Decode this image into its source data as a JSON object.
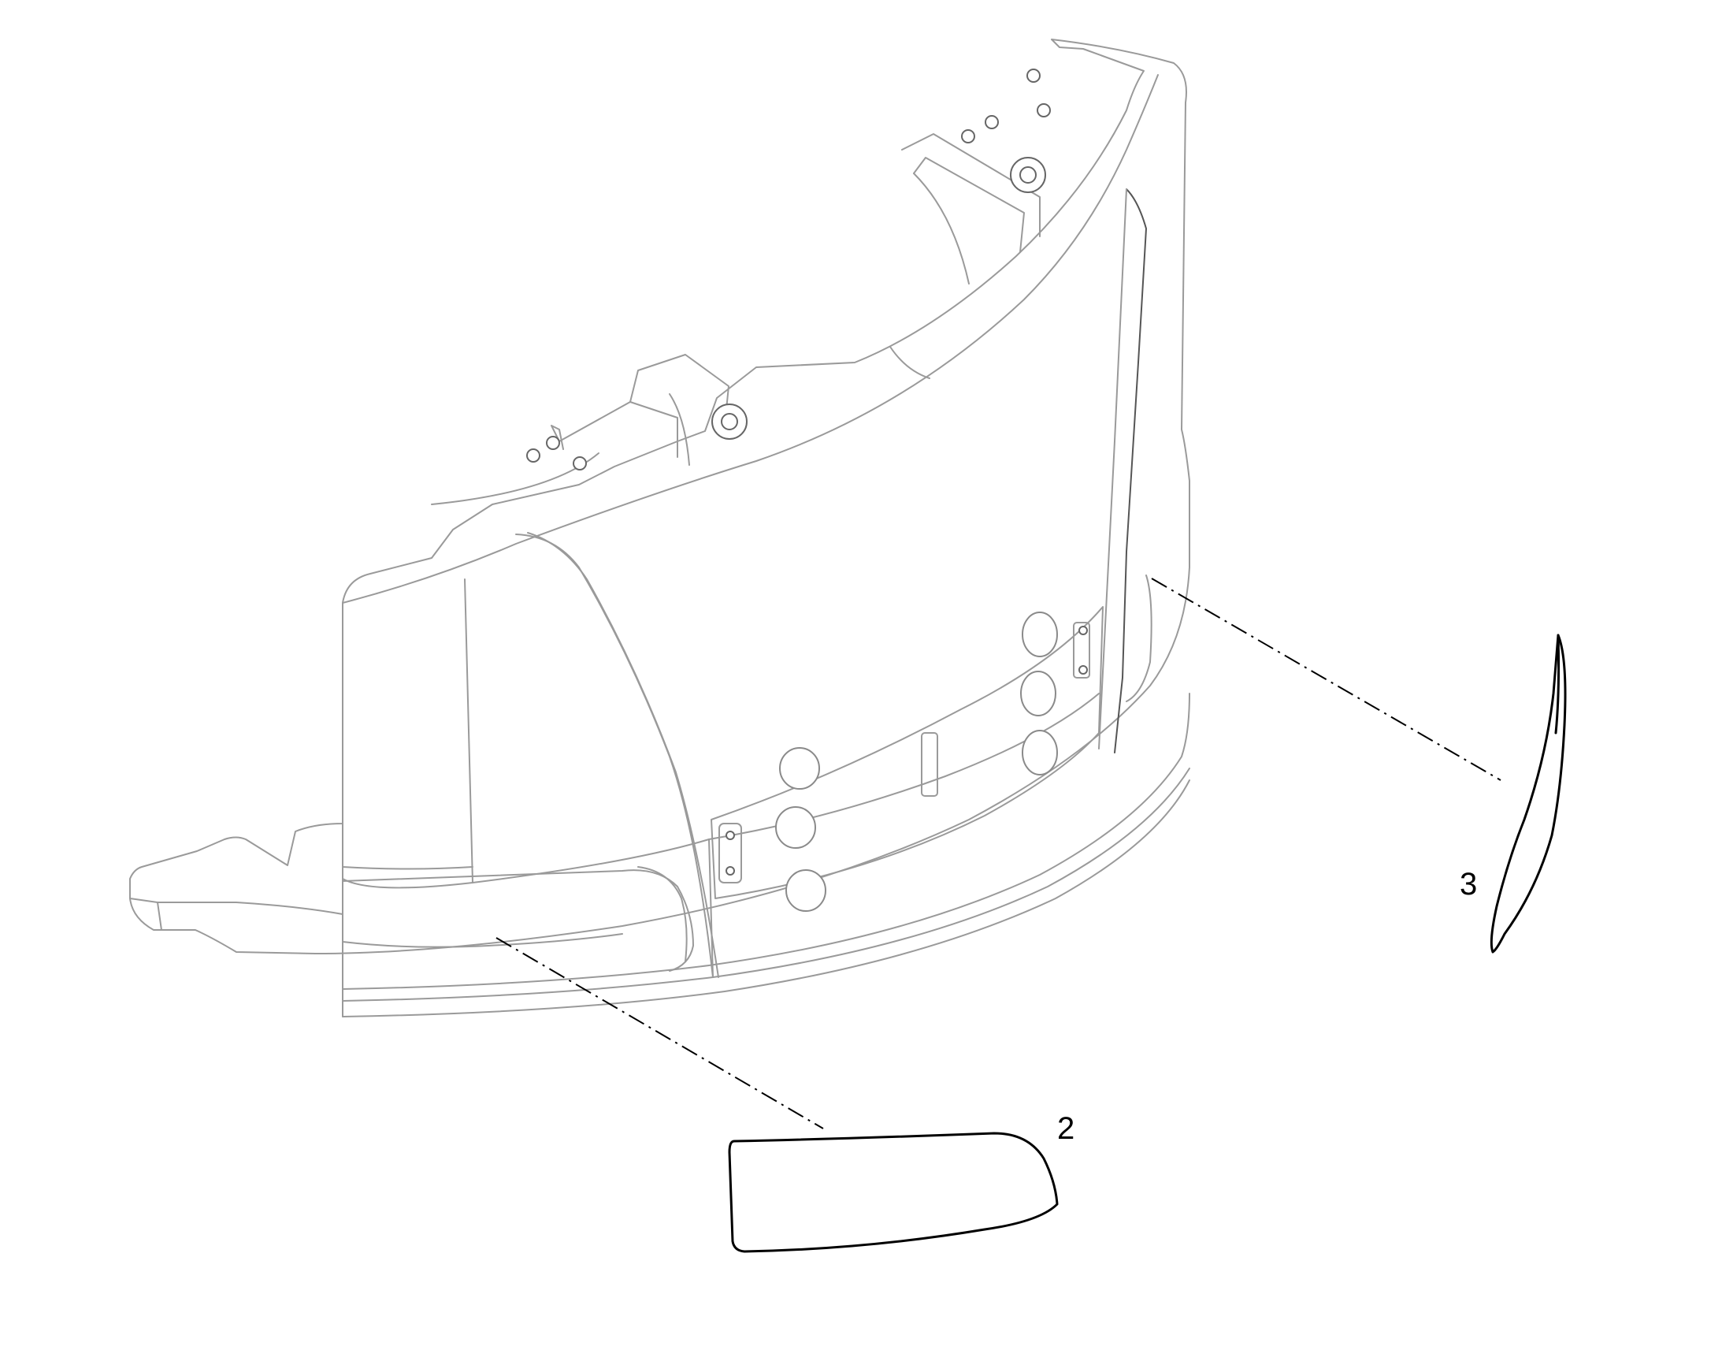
{
  "diagram": {
    "colors": {
      "background": "#ffffff",
      "ink": "#000000",
      "body_line": "#9a9a9a"
    },
    "parts": [
      {
        "id": "part-2",
        "label": "2"
      },
      {
        "id": "part-3",
        "label": "3"
      }
    ]
  }
}
